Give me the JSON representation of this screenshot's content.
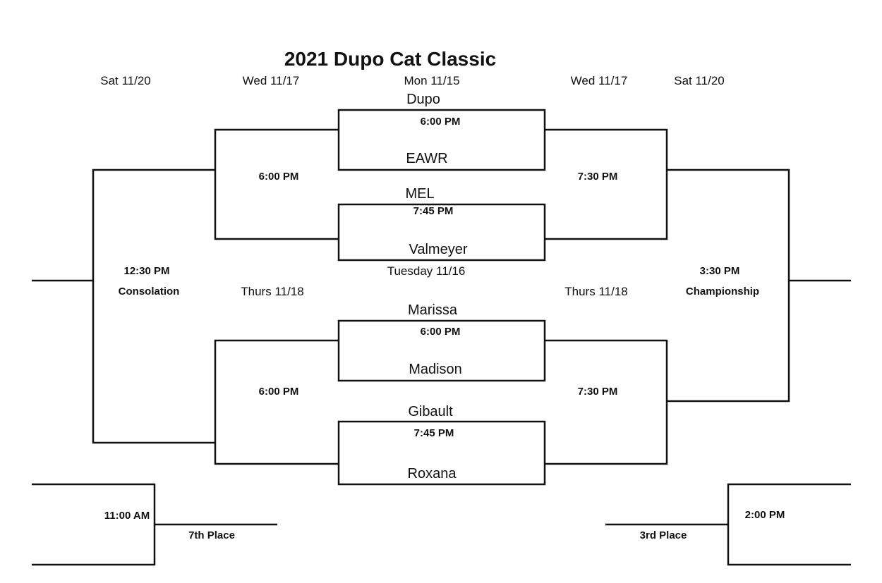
{
  "title": "2021 Dupo Cat Classic",
  "dates": {
    "sat_left": "Sat 11/20",
    "wed_left": "Wed 11/17",
    "mon_center": "Mon 11/15",
    "wed_right": "Wed 11/17",
    "sat_right": "Sat 11/20",
    "tue_center": "Tuesday 11/16",
    "thu_left": "Thurs 11/18",
    "thu_right": "Thurs 11/18"
  },
  "matchups": [
    {
      "top": "Dupo",
      "bottom": "EAWR",
      "time": "6:00 PM"
    },
    {
      "top": "MEL",
      "bottom": "Valmeyer",
      "time": "7:45 PM"
    },
    {
      "top": "Marissa",
      "bottom": "Madison",
      "time": "6:00 PM"
    },
    {
      "top": "Gibault",
      "bottom": "Roxana",
      "time": "7:45 PM"
    }
  ],
  "times": {
    "wed_cons_top": "6:00 PM",
    "wed_champ_top": "7:30 PM",
    "thu_cons_bottom": "6:00 PM",
    "thu_champ_bottom": "7:30 PM",
    "consolation": "12:30 PM",
    "championship": "3:30 PM",
    "seventh": "11:00 AM",
    "third": "2:00 PM"
  },
  "labels": {
    "consolation": "Consolation",
    "championship": "Championship",
    "seventh": "7th Place",
    "third": "3rd Place"
  }
}
